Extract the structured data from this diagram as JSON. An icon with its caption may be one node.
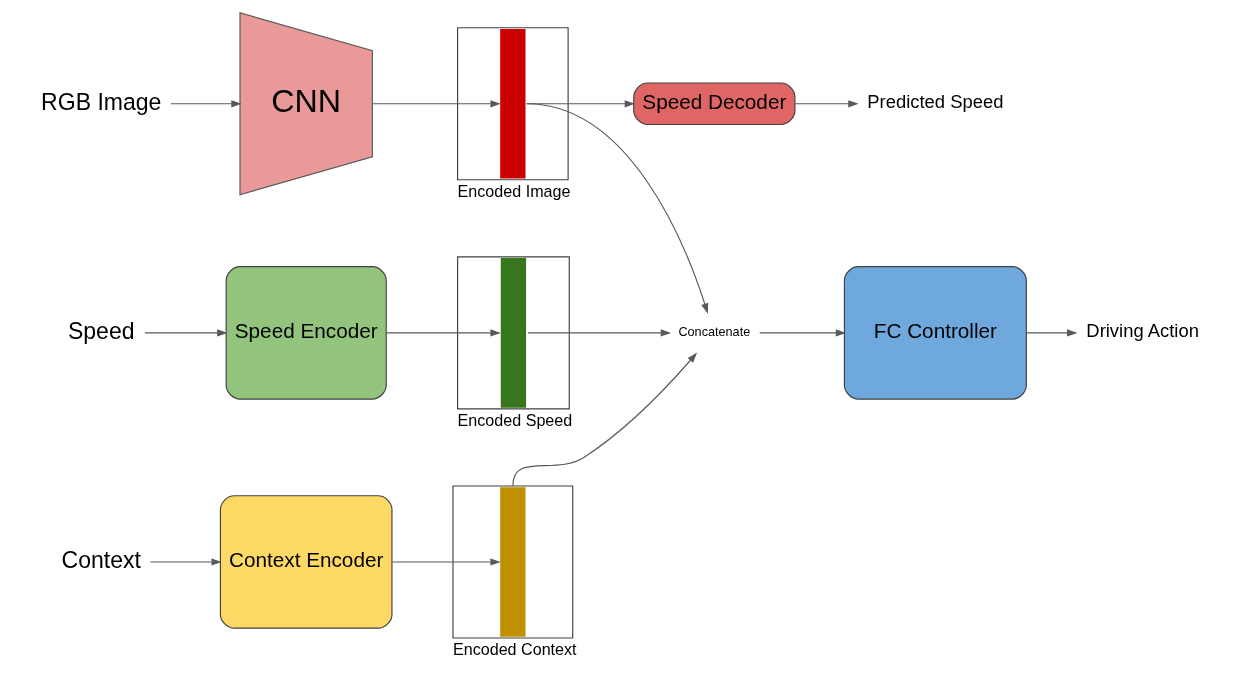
{
  "diagram": {
    "nodes": [
      {
        "text": [
          "RGB Image"
        ]
      },
      {
        "text": [
          "CNN"
        ]
      },
      {
        "text": [],
        "shape": "bar",
        "beside": [
          "Encoded Image"
        ]
      },
      {
        "text": [
          "Speed Decoder"
        ]
      },
      {
        "text": [
          "Predicted Speed"
        ]
      },
      {
        "text": [
          "Speed"
        ]
      },
      {
        "text": [
          "Speed Encoder"
        ]
      },
      {
        "text": [],
        "shape": "bar",
        "beside": [
          "Encoded Speed"
        ]
      },
      {
        "text": [
          "Context"
        ]
      },
      {
        "text": [
          "Context Encoder"
        ]
      },
      {
        "text": [],
        "shape": "bar",
        "beside": [
          "Encoded Context"
        ]
      },
      {
        "text": [
          "Concatenate"
        ]
      },
      {
        "text": [
          "FC Controller"
        ]
      },
      {
        "text": [
          "Driving Action"
        ]
      }
    ],
    "edges": [
      {
        "from": 0,
        "to": 1,
        "arrow": "to"
      },
      {
        "from": 1,
        "to": 2,
        "arrow": "to"
      },
      {
        "from": 2,
        "to": 3,
        "arrow": "to"
      },
      {
        "from": 3,
        "to": 4,
        "arrow": "to"
      },
      {
        "from": 2,
        "to": 11,
        "arrow": "to"
      },
      {
        "from": 5,
        "to": 6,
        "arrow": "to"
      },
      {
        "from": 6,
        "to": 7,
        "arrow": "to"
      },
      {
        "from": 7,
        "to": 11,
        "arrow": "to"
      },
      {
        "from": 8,
        "to": 9,
        "arrow": "to"
      },
      {
        "from": 9,
        "to": 10,
        "arrow": "to"
      },
      {
        "from": 10,
        "to": 11,
        "arrow": "to"
      },
      {
        "from": 11,
        "to": 12,
        "arrow": "to"
      },
      {
        "from": 12,
        "to": 13,
        "arrow": "to"
      }
    ]
  }
}
